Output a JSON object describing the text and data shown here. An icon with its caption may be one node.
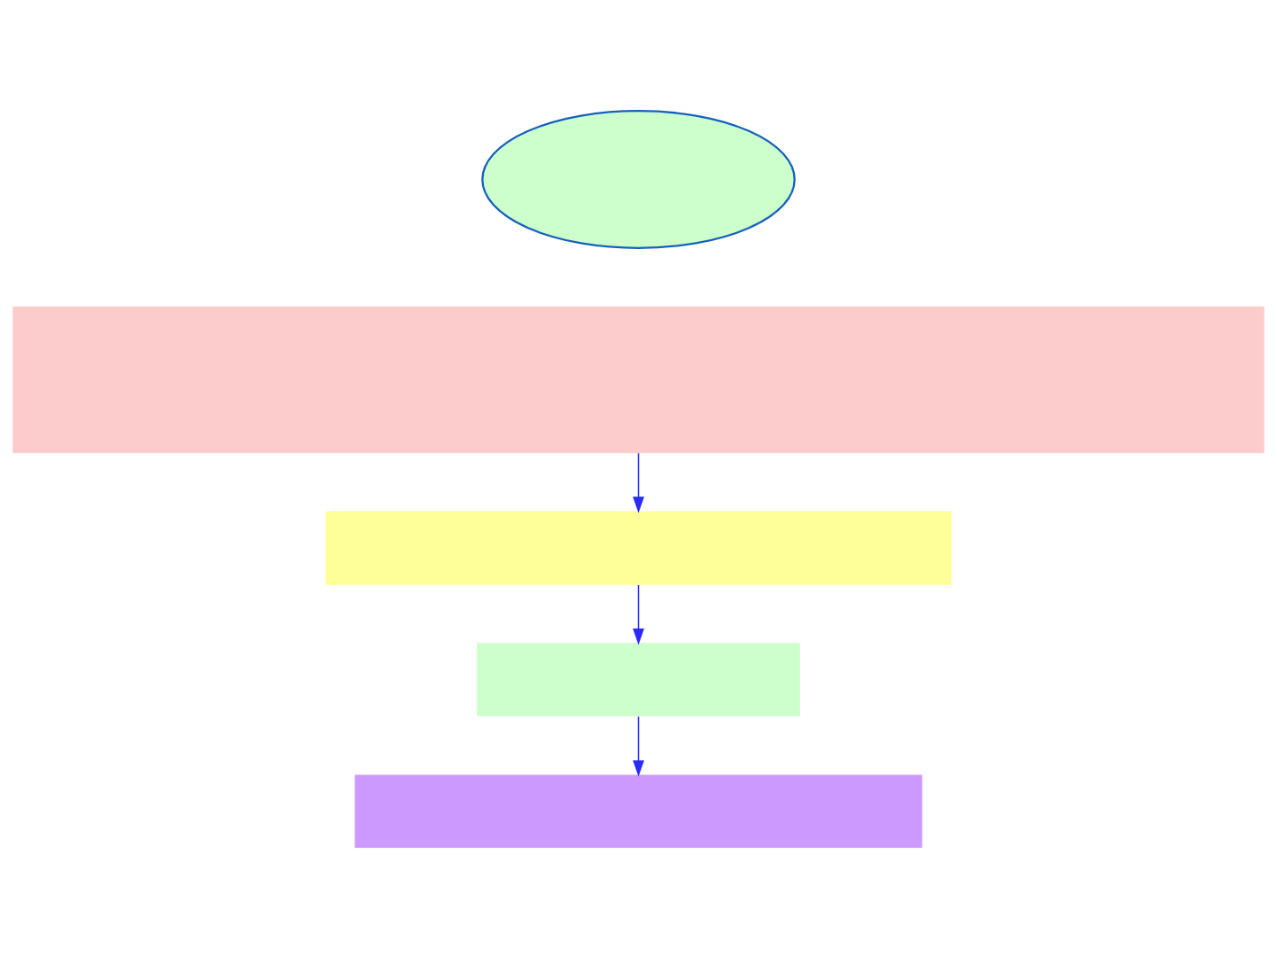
{
  "diagram": {
    "nodes": [
      {
        "text": [],
        "shape": "ellipse"
      },
      {
        "text": [],
        "shape": "box"
      },
      {
        "text": [],
        "shape": "box"
      },
      {
        "text": [],
        "shape": "box"
      },
      {
        "text": [],
        "shape": "box"
      }
    ],
    "edges": [
      {
        "from": 1,
        "to": 2,
        "arrow": "to"
      },
      {
        "from": 2,
        "to": 3,
        "arrow": "to"
      },
      {
        "from": 3,
        "to": 4,
        "arrow": "to"
      }
    ]
  }
}
